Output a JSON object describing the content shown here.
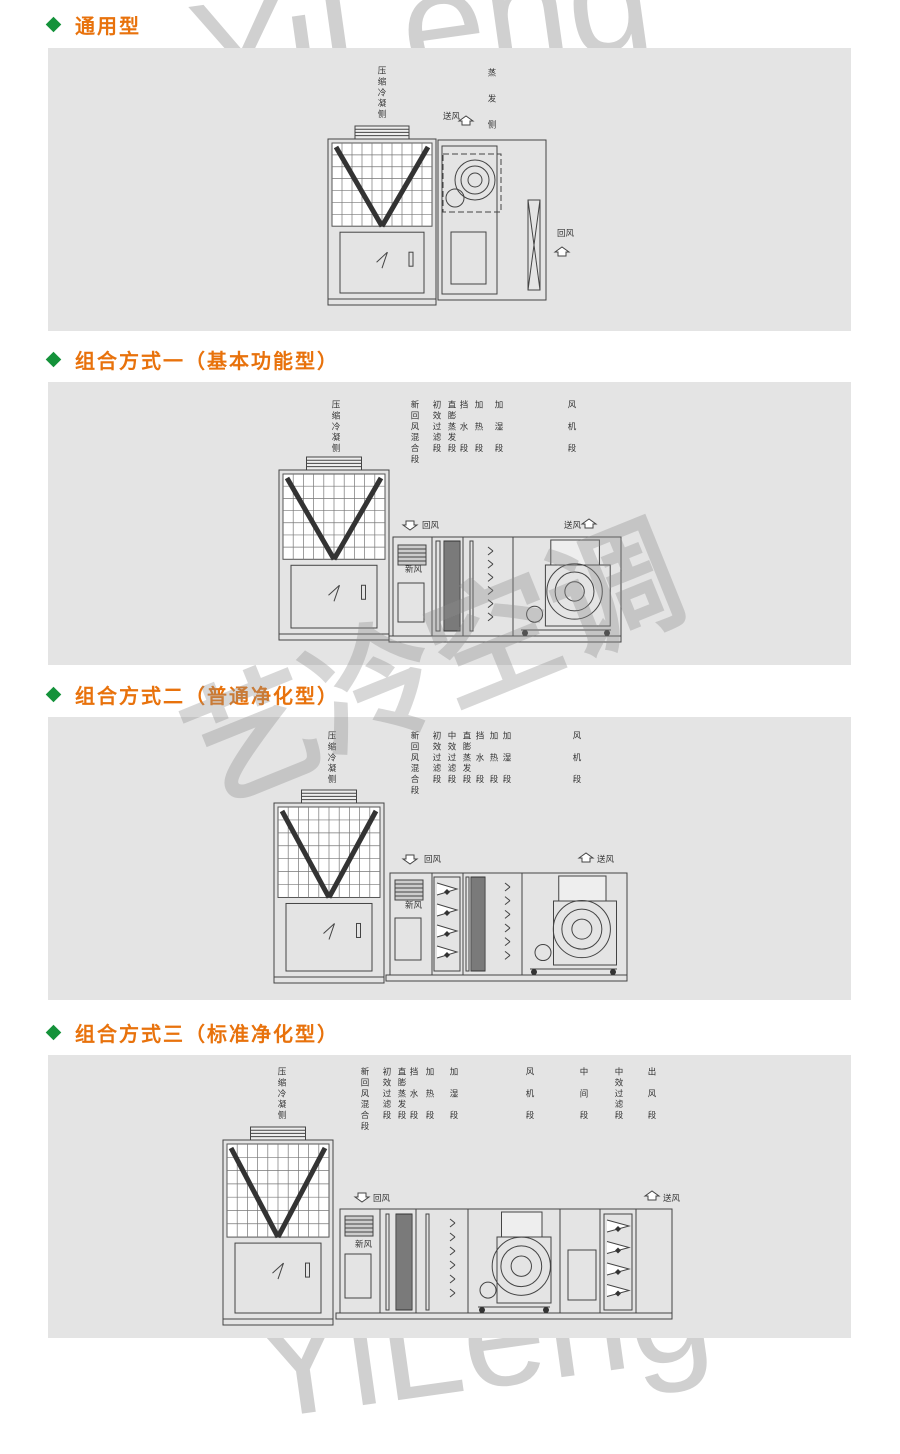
{
  "watermark": {
    "brand_latin": "YiLeng",
    "brand_cn": "艺冷空调"
  },
  "sections": [
    {
      "title": "通用型",
      "labels": [
        "压缩冷凝侧",
        "蒸　发　侧"
      ],
      "supply_air": "送风",
      "return_air": "回风"
    },
    {
      "title": "组合方式一（基本功能型）",
      "labels": [
        "压缩冷凝侧",
        "新回风混合段",
        "初效过滤段",
        "直膨蒸发段",
        "挡　水　段",
        "加　热　段",
        "加　湿　段",
        "风　机　段"
      ],
      "return_air": "回风",
      "supply_air": "送风",
      "fresh_air": "新风"
    },
    {
      "title": "组合方式二（普通净化型）",
      "labels": [
        "压缩冷凝侧",
        "新回风混合段",
        "初效过滤段",
        "中效过滤段",
        "直膨蒸发段",
        "挡　水　段",
        "加　热　段",
        "加　湿　段",
        "风　机　段"
      ],
      "return_air": "回风",
      "supply_air": "送风",
      "fresh_air": "新风"
    },
    {
      "title": "组合方式三（标准净化型）",
      "labels": [
        "压缩冷凝侧",
        "新回风混合段",
        "初效过滤段",
        "直膨蒸发段",
        "挡　水　段",
        "加　热　段",
        "加　湿　段",
        "风　机　段",
        "中　间　段",
        "中效过滤段",
        "出　风　段"
      ],
      "return_air": "回风",
      "supply_air": "送风",
      "fresh_air": "新风"
    }
  ]
}
